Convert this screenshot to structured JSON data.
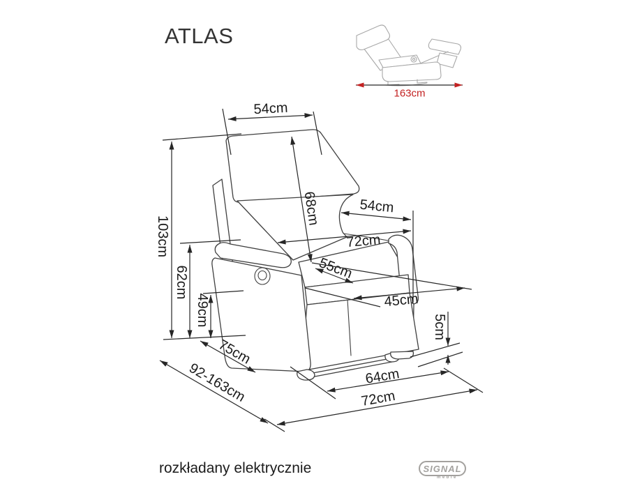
{
  "title": "ATLAS",
  "footer": {
    "note": "rozkładany elektrycznie"
  },
  "logo": {
    "brand": "SIGNAL",
    "sub": "meble"
  },
  "colors": {
    "line": "#404040",
    "dimension": "#262626",
    "accent_red": "#c32222",
    "sketch_gray": "#a8a8a8"
  },
  "reclined_view": {
    "length_label": "163cm"
  },
  "dimensions": {
    "headrest_width": "54cm",
    "backrest_height": "68cm",
    "armrest_to_back_depth": "54cm",
    "overall_width": "72cm",
    "seat_width": "55cm",
    "seat_depth": "45cm",
    "overall_height": "103cm",
    "armrest_height": "62cm",
    "seat_height": "49cm",
    "side_depth": "75cm",
    "depth_range": "92-163cm",
    "base_front_width": "64cm",
    "front_width": "72cm",
    "foot_clearance": "5cm"
  }
}
